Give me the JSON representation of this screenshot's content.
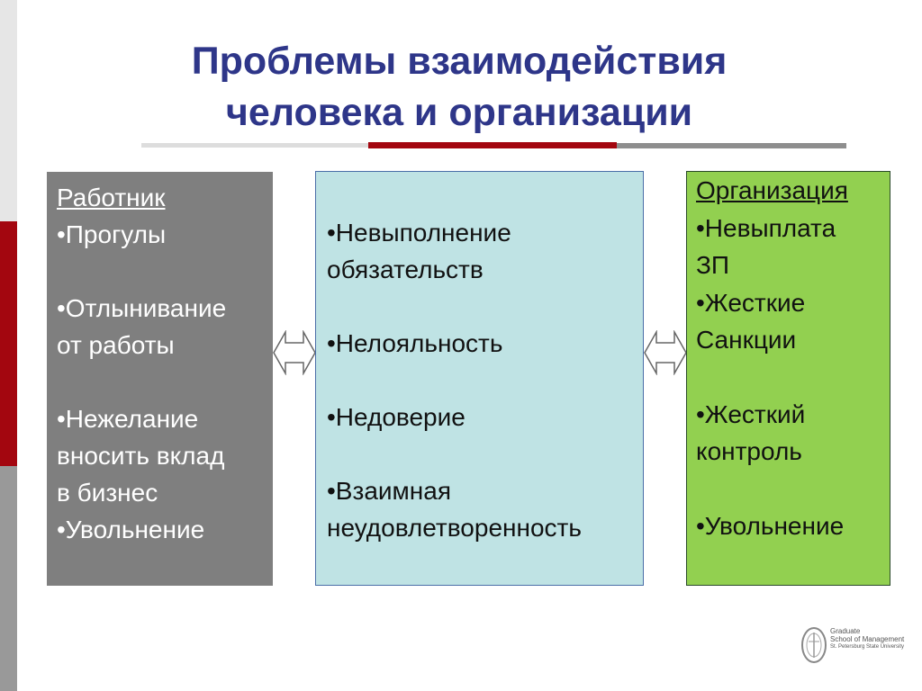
{
  "title": {
    "line1": "Проблемы взаимодействия",
    "line2": "человека и организации"
  },
  "worker": {
    "heading": "Работник",
    "items": [
      "•Прогулы",
      "•Отлынивание",
      "от работы",
      "•Нежелание",
      "вносить вклад",
      "в бизнес",
      "•Увольнение"
    ]
  },
  "middle": {
    "items": [
      "•Невыполнение",
      "обязательств",
      "•Нелояльность",
      "•Недоверие",
      "•Взаимная",
      "неудовлетворенность"
    ]
  },
  "organization": {
    "heading": "Организация",
    "items": [
      "•Невыплата",
      "ЗП",
      "•Жесткие",
      "Санкции",
      "•Жесткий",
      "контроль",
      "•Увольнение"
    ]
  },
  "logo": {
    "line1": "Graduate",
    "line2": "School of Management",
    "line3": "St. Petersburg State University"
  },
  "colors": {
    "title": "#2e3689",
    "accent_red": "#a3060f",
    "worker_box": "#7f7f7f",
    "middle_box": "#bfe3e4",
    "organization_box": "#92d050"
  }
}
